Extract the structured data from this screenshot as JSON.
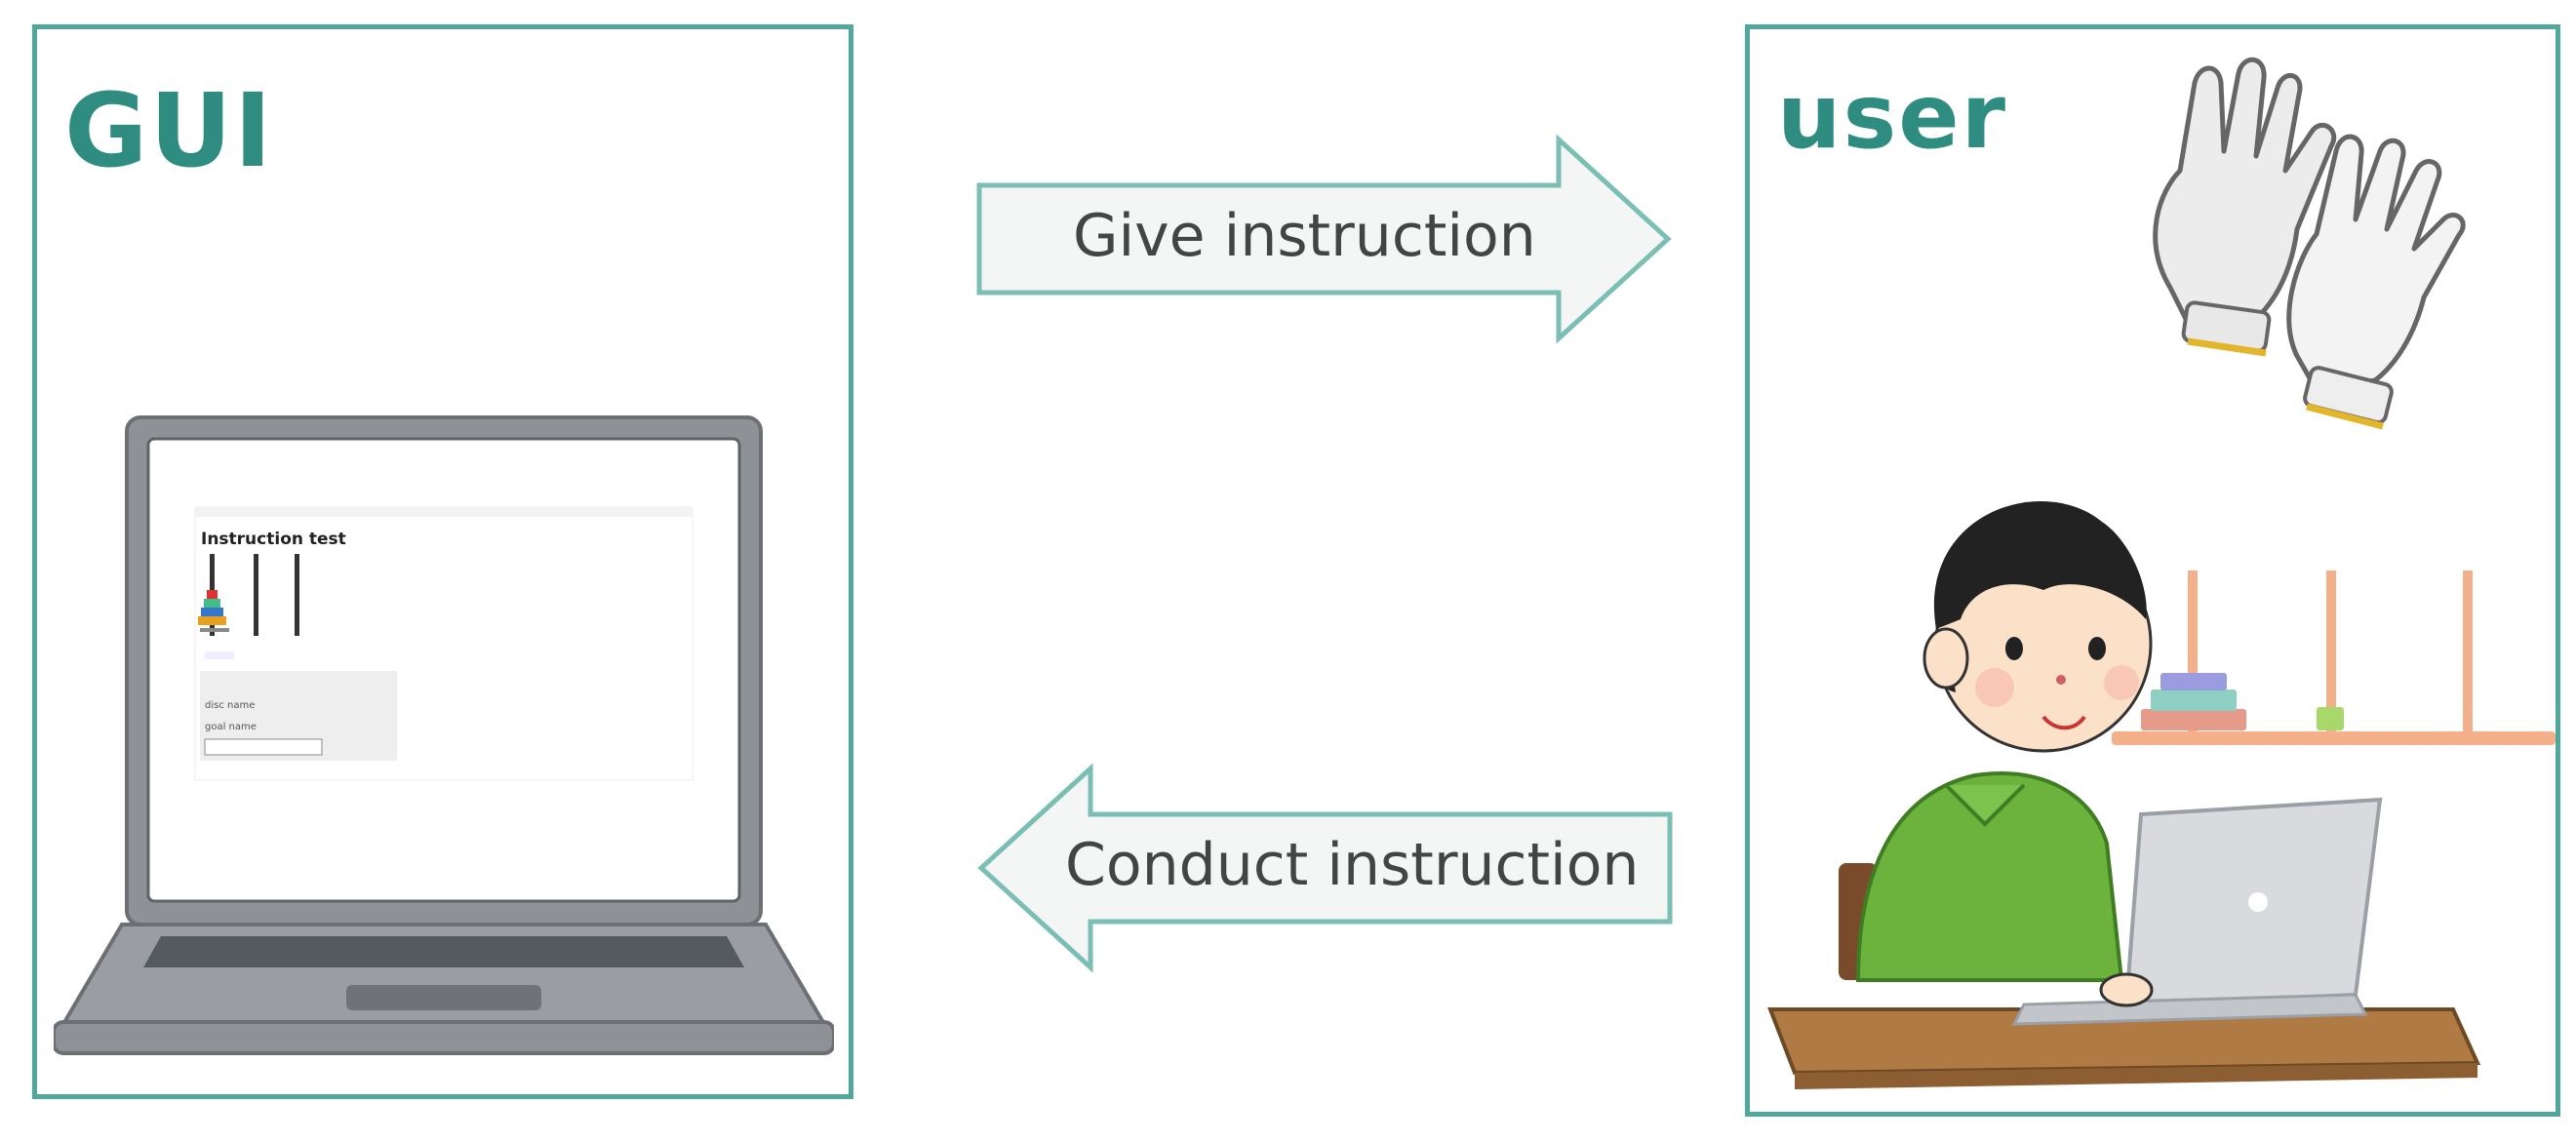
{
  "gui_panel": {
    "title": "GUI"
  },
  "user_panel": {
    "title": "user"
  },
  "arrows": {
    "give": {
      "label": "Give instruction",
      "direction": "right"
    },
    "conduct": {
      "label": "Conduct instruction",
      "direction": "left"
    }
  },
  "laptop_screen": {
    "heading": "Instruction test",
    "field_1": "disc name",
    "field_2": "goal name"
  },
  "colors": {
    "frame": "#4fa89b",
    "title": "#2f8c80",
    "arrow_fill": "#f4f6f6"
  }
}
